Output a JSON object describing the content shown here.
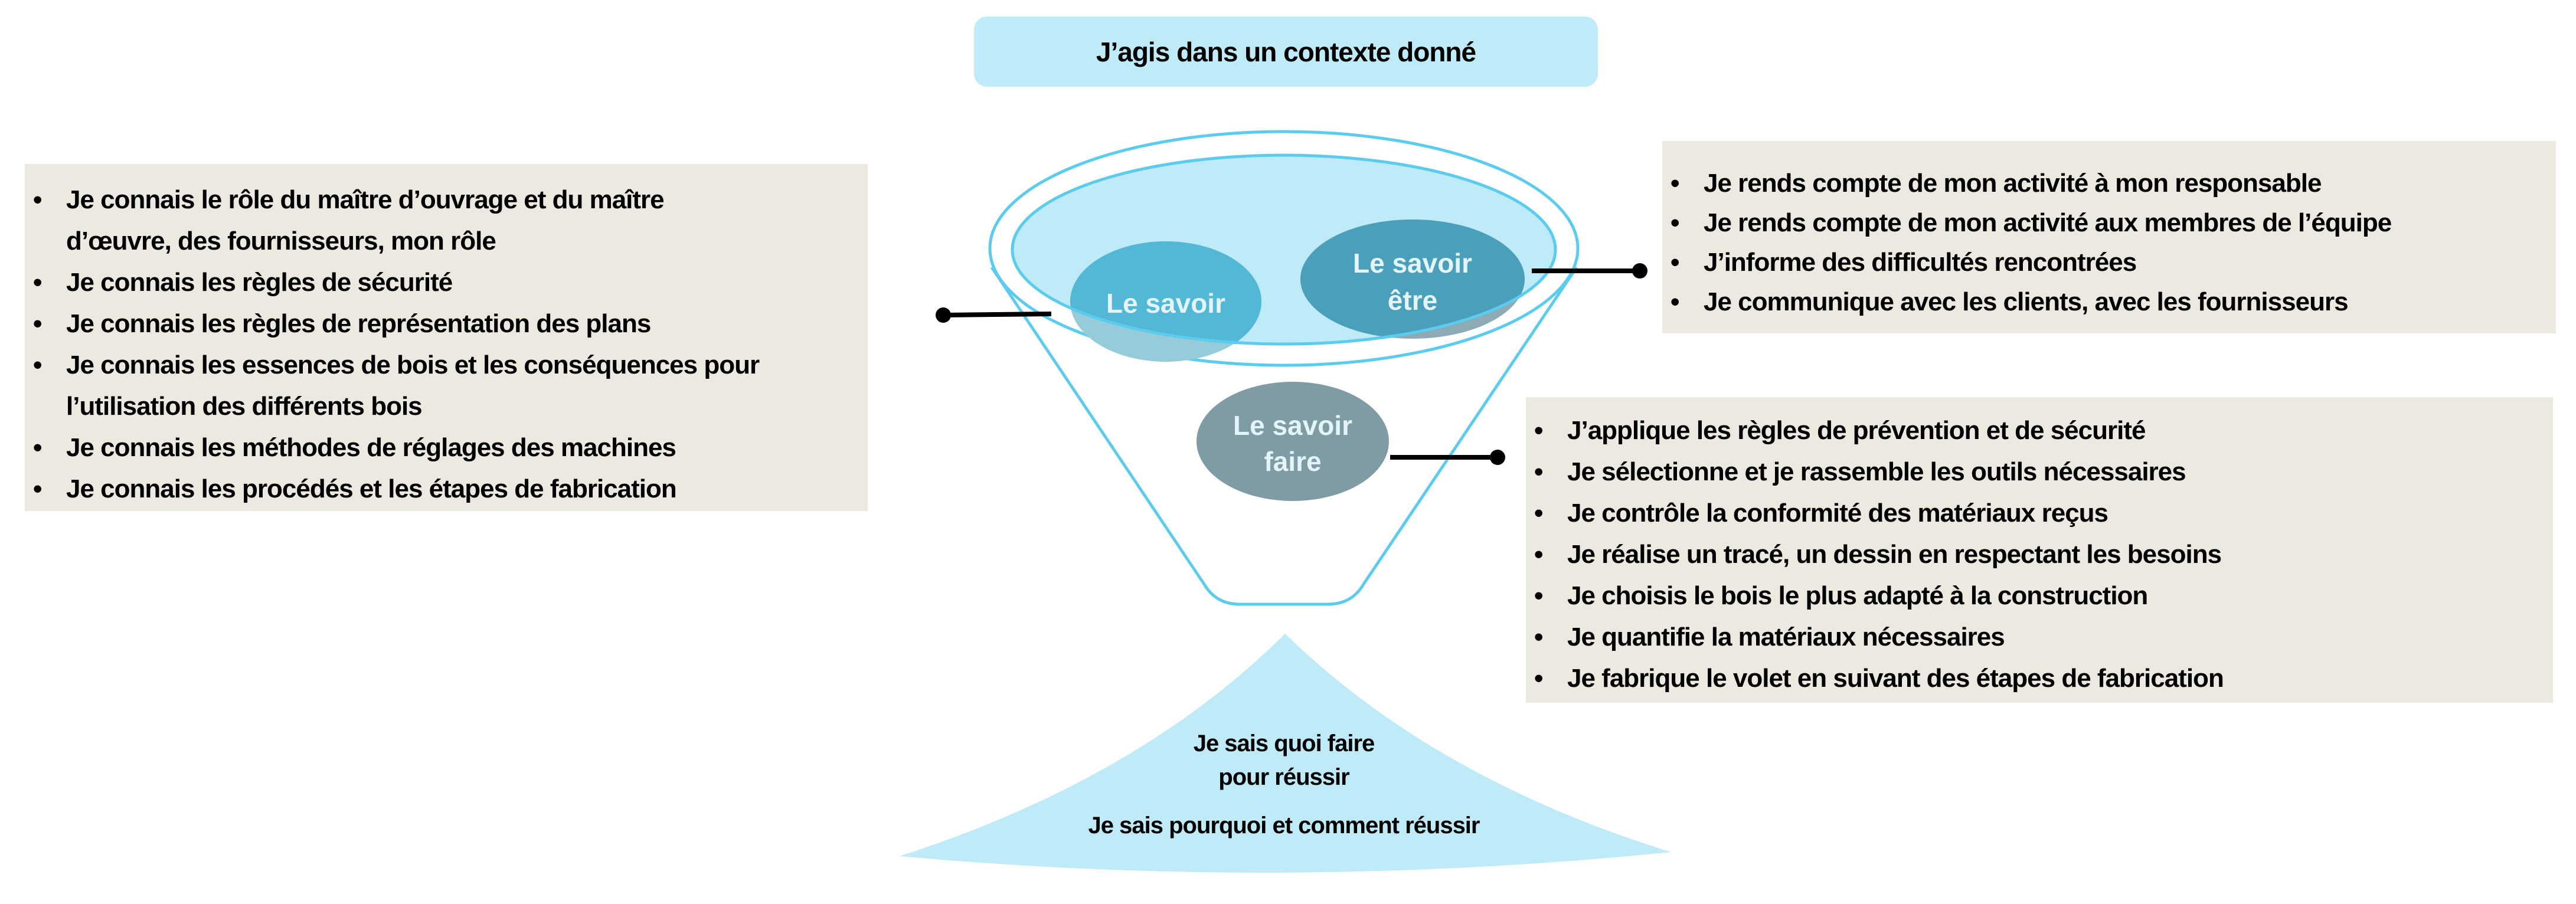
{
  "context_title": "J’agis dans un contexte donné",
  "nodes": {
    "savoir": "Le savoir",
    "savoir_etre": [
      "Le savoir",
      "être"
    ],
    "savoir_faire": [
      "Le savoir",
      "faire"
    ]
  },
  "savoir_list": [
    "Je connais le  rôle du maître d’ouvrage et du maître d’œuvre, des fournisseurs, mon rôle",
    "Je connais les règles de sécurité",
    "Je connais les règles de représentation des plans",
    "Je connais les essences de bois et les conséquences pour l’utilisation des différents bois",
    "Je connais les méthodes de réglages des machines",
    "Je connais les procédés et les étapes de fabrication"
  ],
  "savoir_etre_list": [
    "Je rends compte de mon activité à mon responsable",
    "Je rends compte de mon activité aux membres de l’équipe",
    "J’informe des difficultés rencontrées",
    "Je  communique avec les clients, avec les fournisseurs"
  ],
  "savoir_faire_list": [
    "J’applique les règles de prévention et de sécurité",
    "Je sélectionne et je rassemble les outils nécessaires",
    "Je contrôle la conformité des matériaux reçus",
    "Je réalise un tracé, un dessin en respectant les besoins",
    "Je choisis le bois le plus adapté à la construction",
    "Je quantifie la matériaux nécessaires",
    "Je fabrique le volet en suivant des étapes de fabrication"
  ],
  "result": {
    "line1": "Je sais quoi faire",
    "line2": "pour réussir",
    "line3": "Je sais pourquoi et comment réussir"
  },
  "colors": {
    "light_blue": "#bfeaf7",
    "outline": "#5bcbee",
    "savoir": "#53b7d6",
    "savoir_etre": "#4a9fba",
    "savoir_faire": "#7f9ba3",
    "box_bg": "#eceae0"
  }
}
